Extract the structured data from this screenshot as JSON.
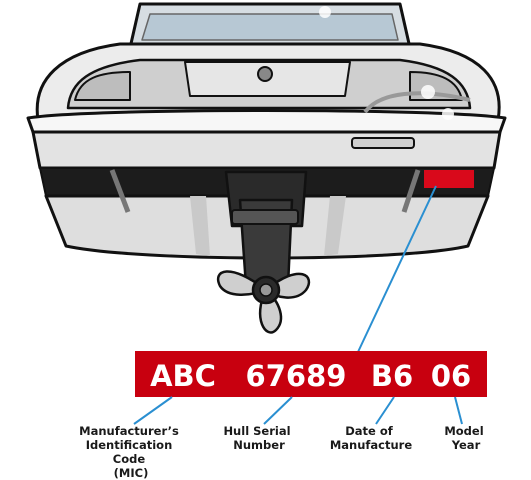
{
  "hin": {
    "segments": [
      {
        "code": "ABC",
        "label_lines": [
          "Manufacturer’s",
          "Identification",
          "Code",
          "(MIC)"
        ]
      },
      {
        "code": "67689",
        "label_lines": [
          "Hull Serial",
          "Number"
        ]
      },
      {
        "code": "B6",
        "label_lines": [
          "Date of",
          "Manufacture"
        ]
      },
      {
        "code": "06",
        "label_lines": [
          "Model",
          "Year"
        ]
      }
    ]
  },
  "colors": {
    "hin_plate": "#c8000f",
    "hull_plate": "#d9091b",
    "leader_line": "#2a8fd1",
    "outline": "#111111",
    "hull_gray": "#dcdcdc",
    "hull_light": "#f2f2f2",
    "rub_strip": "#1c1c1c"
  }
}
